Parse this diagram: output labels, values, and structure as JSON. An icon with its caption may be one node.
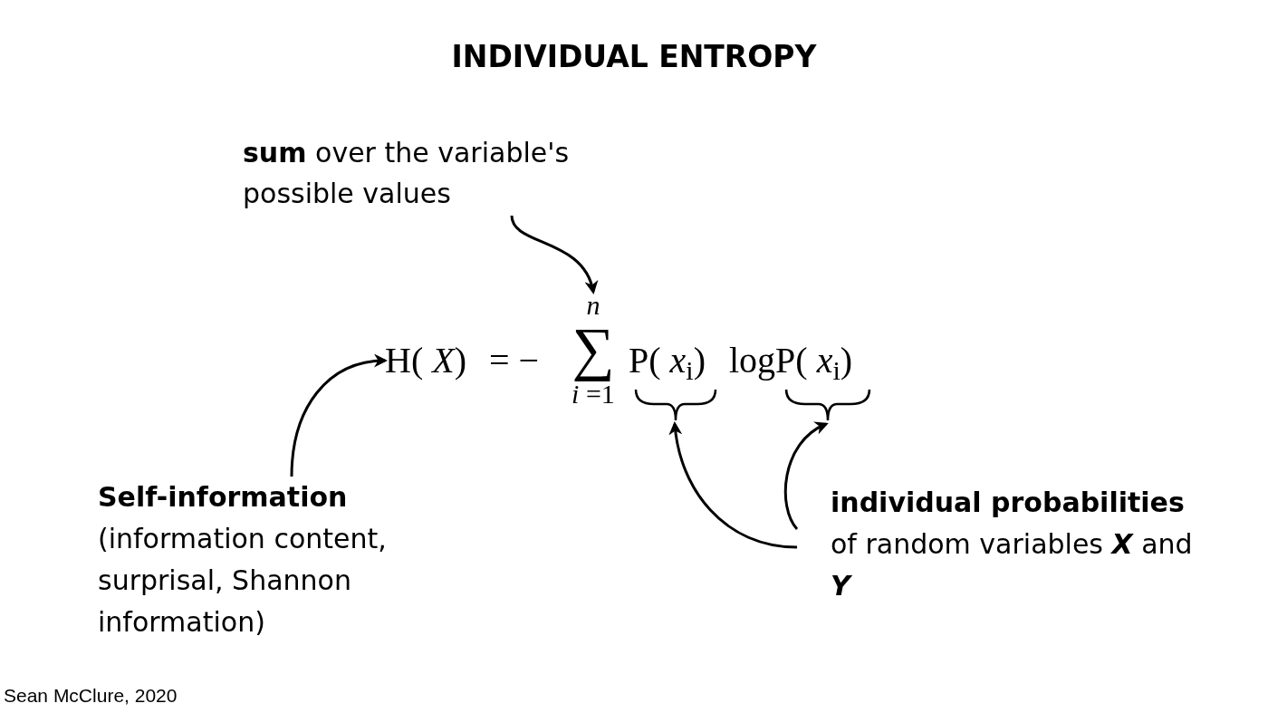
{
  "diagram": {
    "title": "INDIVIDUAL ENTROPY",
    "nodes": [
      {
        "text": [
          "**sum** over the variable's possible values"
        ]
      },
      {
        "text": [
          "H( *X*)"
        ]
      },
      {
        "text": [
          "*n*",
          "∑",
          "*i* =1"
        ]
      },
      {
        "text": [],
        "shape": "brace"
      },
      {
        "text": [],
        "shape": "brace"
      },
      {
        "text": [
          "Self-information",
          "(information content, surprisal, Shannon information)"
        ]
      },
      {
        "text": [
          "individual probabilities",
          "of random variables **X** and **Y**"
        ]
      }
    ],
    "edges": [
      {
        "from": 0,
        "to": 2,
        "arrow": "to"
      },
      {
        "from": 5,
        "to": 1,
        "arrow": "to"
      },
      {
        "from": 6,
        "to": 3,
        "arrow": "to"
      },
      {
        "from": 6,
        "to": 4,
        "arrow": "to"
      }
    ],
    "labels": [
      "= −",
      "P( *x*$_{i}$)",
      "logP( *x*$_{i}$)",
      "Sean McClure, 2020"
    ]
  }
}
